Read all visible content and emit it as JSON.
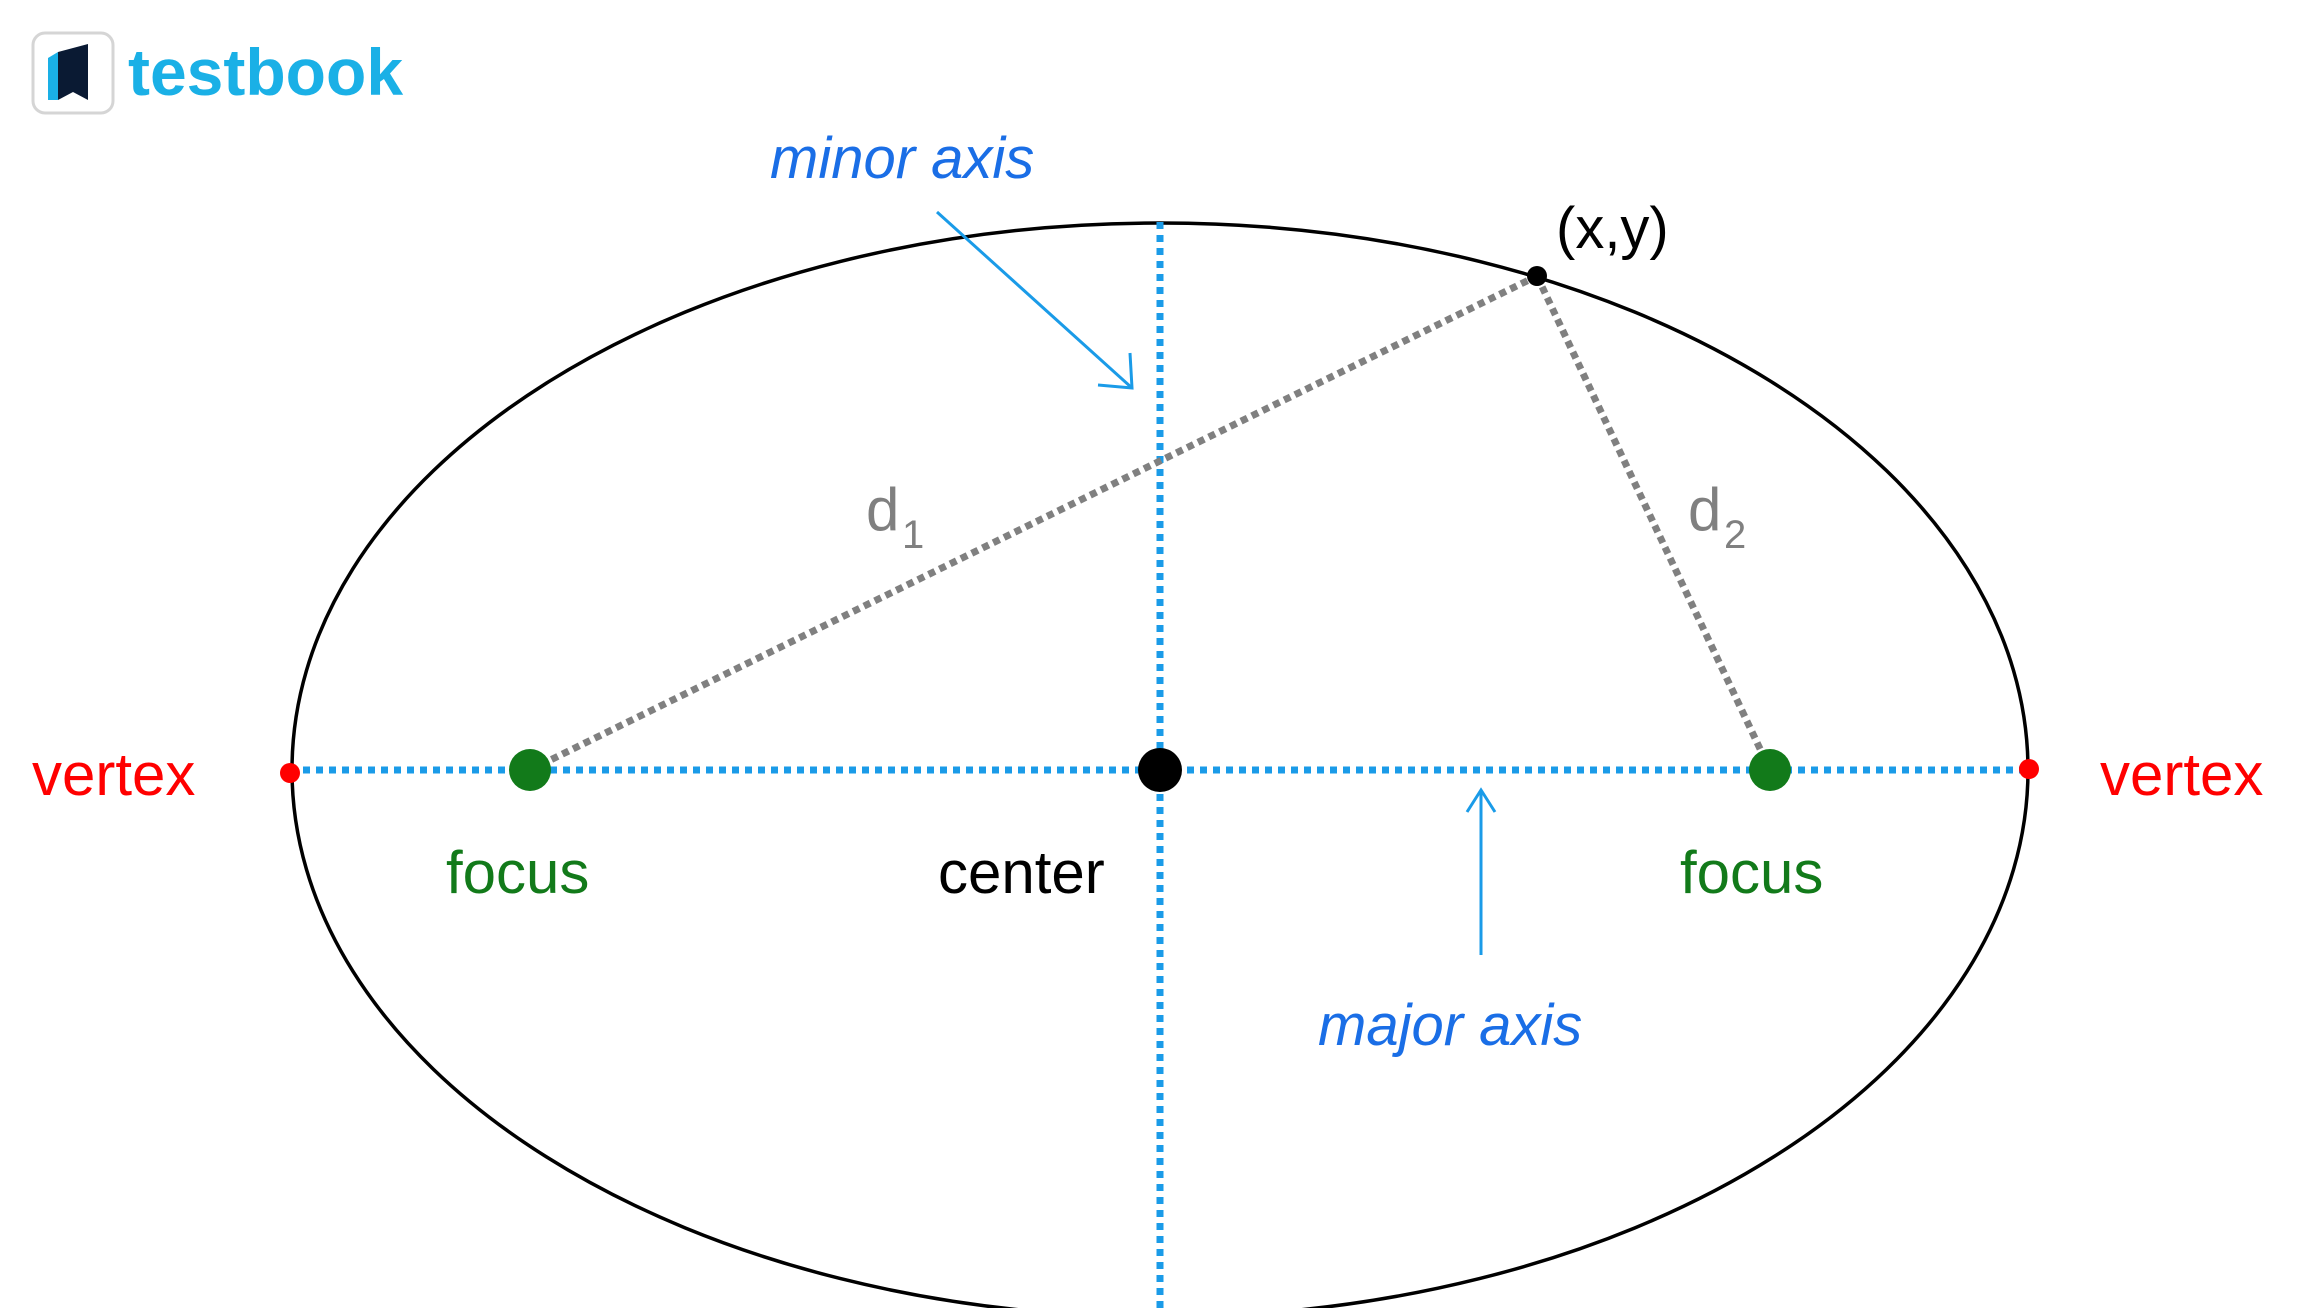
{
  "brand": {
    "name": "testbook",
    "color": "#1ab0e6"
  },
  "labels": {
    "minor_axis": "minor axis",
    "major_axis": "major axis",
    "point": "(x,y)",
    "d1_main": "d",
    "d1_sub": "1",
    "d2_main": "d",
    "d2_sub": "2",
    "vertex_left": "vertex",
    "vertex_right": "vertex",
    "focus_left": "focus",
    "focus_right": "focus",
    "center": "center"
  },
  "colors": {
    "axis_blue": "#1a9be8",
    "axis_label_blue": "#1a6ee6",
    "vertex_red": "#ff0000",
    "focus_green": "#127a1a",
    "distance_gray": "#808080",
    "ellipse_black": "#000000"
  },
  "icons": {
    "logo": "bookmark-logo-icon"
  }
}
